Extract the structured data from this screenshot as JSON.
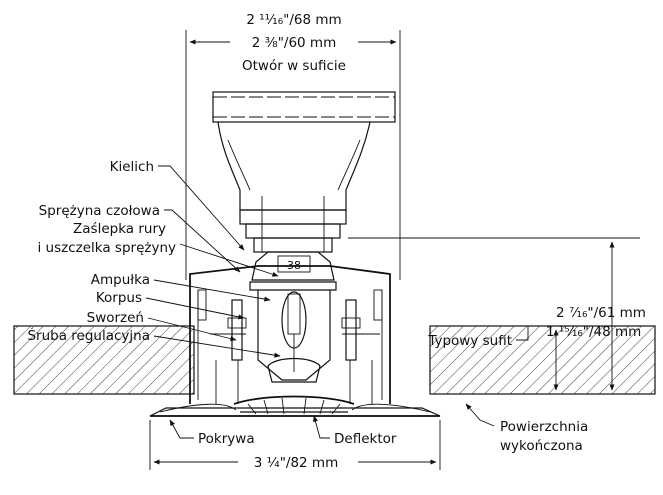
{
  "dimensions": {
    "top_outer": "2 ¹¹⁄₁₆\"/68 mm",
    "top_inner": "2 ³⁄₈\"/60 mm",
    "hole_label": "Otwór w suficie",
    "right_outer": "2 ⁷⁄₁₆\"/61 mm",
    "right_inner": "1 ¹⁵⁄₁₆\"/48 mm",
    "bottom": "3 ¹⁄₄\"/82 mm"
  },
  "labels": {
    "kielich": "Kielich",
    "sprezyna_czolowa": "Sprężyna czołowa",
    "zaslepka_line1": "Zaślepka rury",
    "zaslepka_line2": "i uszczelka sprężyny",
    "ampulka": "Ampułka",
    "korpus": "Korpus",
    "sworzen": "Sworzeń",
    "sruba": "Śruba regulacyjna",
    "typowy_sufit": "Typowy sufit",
    "powierzchnia_line1": "Powierzchnia",
    "powierzchnia_line2": "wykończona",
    "pokrywa": "Pokrywa",
    "deflektor": "Deflektor",
    "body_mark": "38"
  }
}
